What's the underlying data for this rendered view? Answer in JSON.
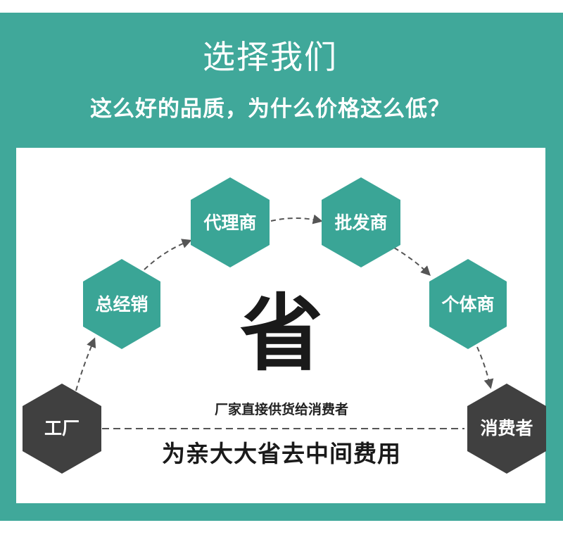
{
  "header": {
    "title": "选择我们",
    "subtitle": "这么好的品质，为什么价格这么低？"
  },
  "diagram": {
    "nodes": {
      "factory": "工厂",
      "general_distributor": "总经销",
      "agent": "代理商",
      "wholesaler": "批发商",
      "retailer": "个体商",
      "consumer": "消费者"
    },
    "center_char": "省",
    "direct_supply": "厂家直接供货给消费者",
    "save_message": "为亲大大省去中间费用"
  },
  "colors": {
    "panel_teal": "#40a89a",
    "hex_teal": "#3aa596",
    "hex_dark": "#404040",
    "text_dark": "#1a1a1a"
  }
}
